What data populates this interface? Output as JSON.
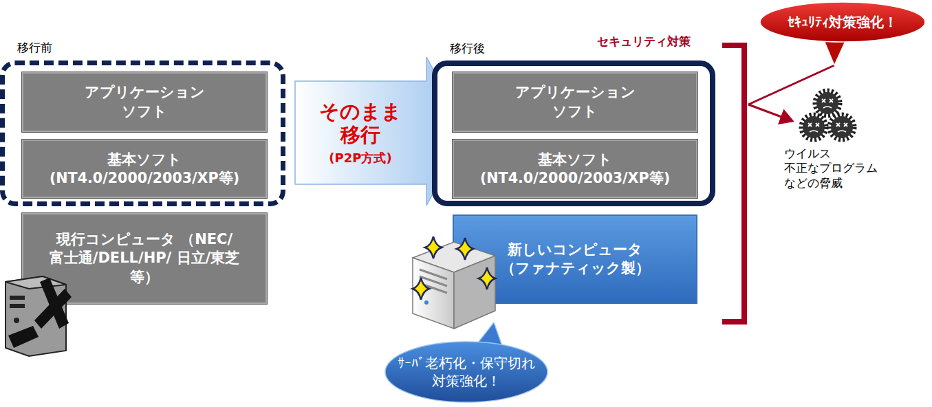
{
  "diagram": {
    "nodes": [
      {
        "text": [
          "移行前"
        ]
      },
      {
        "text": [
          "アプリケーション ソフト"
        ],
        "in": 0
      },
      {
        "text": [
          "基本ソフト (NT4.0/2000/2003/XP等)"
        ],
        "in": 0
      },
      {
        "text": [
          "現行コンピュータ （NEC/富士通/DELL/HP/ 日立/東芝 等）"
        ]
      },
      {
        "text": [
          "そのまま 移行",
          "(P2P方式)"
        ]
      },
      {
        "text": [
          "移行後"
        ]
      },
      {
        "text": [
          "アプリケーション ソフト"
        ],
        "in": 5
      },
      {
        "text": [
          "基本ソフト (NT4.0/2000/2003/XP等)"
        ],
        "in": 5
      },
      {
        "text": [
          "新しいコンピュータ （ファナティック製）"
        ]
      },
      {
        "text": [
          "ｻｰﾊﾞ老朽化・保守切れ 対策強化！"
        ]
      },
      {
        "text": [
          "ｾｷｭﾘﾃｨ対策強化！"
        ]
      }
    ],
    "labels": [
      "セキュリティ対策",
      "ウイルス 不正なプログラム などの脅威"
    ]
  }
}
